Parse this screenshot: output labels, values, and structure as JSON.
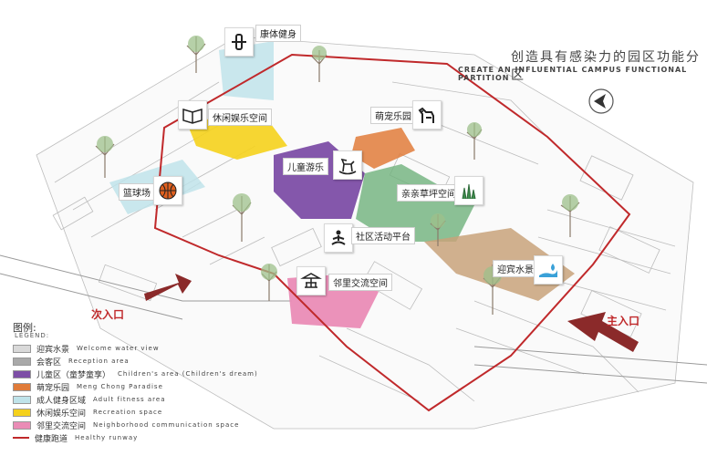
{
  "title": {
    "cn": "创造具有感染力的园区功能分区",
    "en": "CREATE AN INFLUENTIAL CAMPUS FUNCTIONAL PARTITION"
  },
  "zones": [
    {
      "id": "fitness",
      "label": "康体健身",
      "icon": "dumbbell-icon"
    },
    {
      "id": "recreation",
      "label": "休闲娱乐空间",
      "icon": "open-book-icon"
    },
    {
      "id": "pet",
      "label": "萌宠乐园",
      "icon": "dog-icon"
    },
    {
      "id": "children",
      "label": "儿童游乐",
      "icon": "rocking-horse-icon"
    },
    {
      "id": "basketball",
      "label": "篮球场",
      "icon": "basketball-icon"
    },
    {
      "id": "lawn",
      "label": "亲亲草坪空间",
      "icon": "grass-icon"
    },
    {
      "id": "community",
      "label": "社区活动平台",
      "icon": "meditation-figure-icon"
    },
    {
      "id": "neighborhood",
      "label": "邻里交流空间",
      "icon": "pavilion-table-icon"
    },
    {
      "id": "water",
      "label": "迎宾水景",
      "icon": "water-drop-icon"
    }
  ],
  "entrances": {
    "secondary": "次入口",
    "main": "主入口"
  },
  "legend": {
    "title": "图例:",
    "subtitle": "LEGEND:",
    "items": [
      {
        "cn": "迎宾水景",
        "en": "Welcome water view",
        "color": "#d9d9d9"
      },
      {
        "cn": "会客区",
        "en": "Reception area",
        "color": "#a9a9a9"
      },
      {
        "cn": "儿童区（童梦童享）",
        "en": "Children's area (Children's dream)",
        "color": "#7d4ea6"
      },
      {
        "cn": "萌宠乐园",
        "en": "Meng Chong Paradise",
        "color": "#e07b39"
      },
      {
        "cn": "成人健身区域",
        "en": "Adult fitness area",
        "color": "#bfe3ea"
      },
      {
        "cn": "休闲娱乐空间",
        "en": "Recreation space",
        "color": "#f5d11c"
      },
      {
        "cn": "邻里交流空间",
        "en": "Neighborhood communication space",
        "color": "#ea8cb6"
      },
      {
        "cn": "健康跑道",
        "en": "Healthy runway",
        "color": "#c0292b"
      }
    ]
  },
  "colors": {
    "children": "#7d4ea6",
    "pet": "#e07b39",
    "fitness": "#bfe3ea",
    "recreation": "#f5d11c",
    "neighborhood": "#ea8cb6",
    "lawn": "#6fb27c",
    "water_plaza": "#c8a27a",
    "runway": "#c0292b",
    "arrow": "#8b2a2a"
  }
}
